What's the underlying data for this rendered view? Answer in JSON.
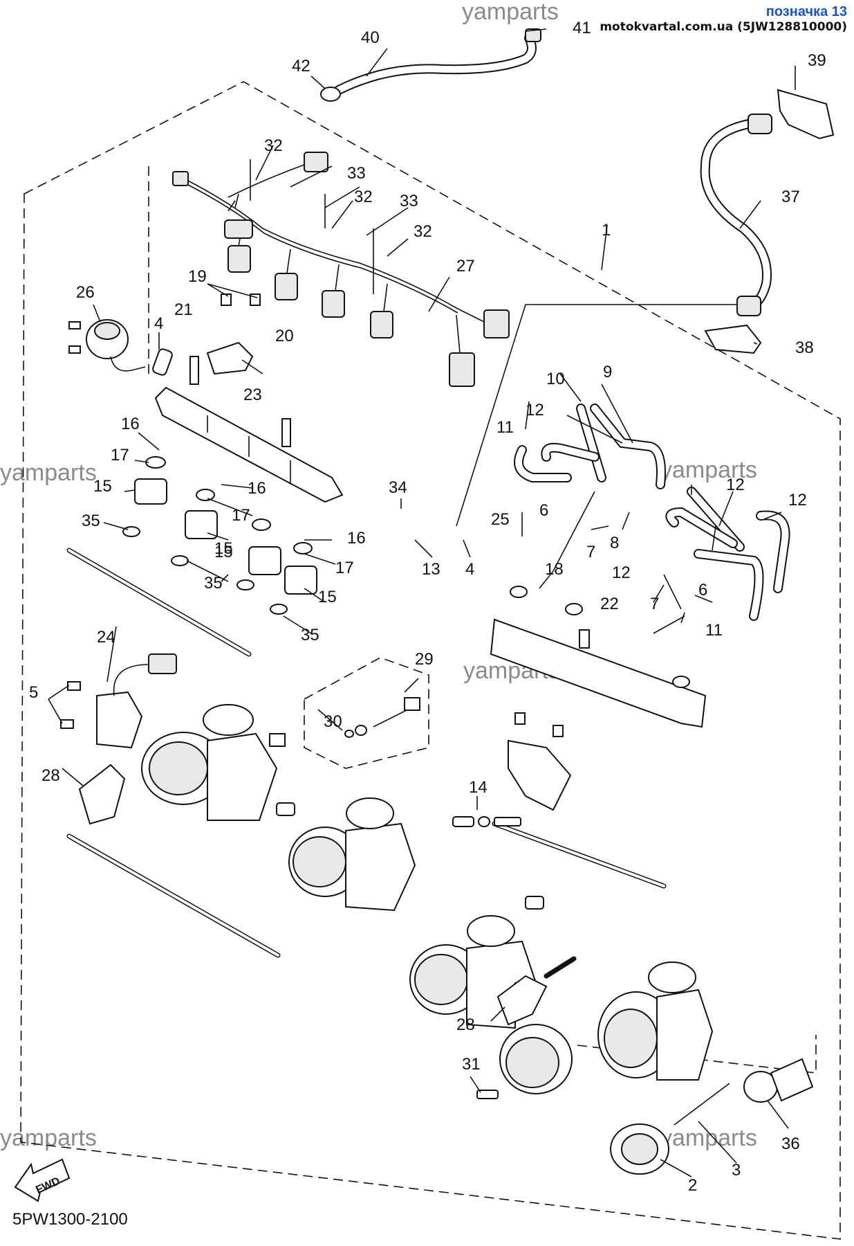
{
  "header": {
    "title": "позначка 13",
    "site_line": "motokvartal.com.ua (5JW128810000)"
  },
  "watermarks": [
    "yamparts",
    "yamparts",
    "yamparts",
    "yamparts",
    "yamparts"
  ],
  "fwd_label": "FWD",
  "doc_code": "5PW1300-2100",
  "part_callouts": [
    "1",
    "2",
    "3",
    "4",
    "4",
    "5",
    "6",
    "6",
    "7",
    "7",
    "8",
    "9",
    "10",
    "11",
    "11",
    "12",
    "12",
    "12",
    "12",
    "13",
    "14",
    "15",
    "15",
    "15",
    "15",
    "16",
    "16",
    "16",
    "17",
    "17",
    "17",
    "18",
    "19",
    "20",
    "21",
    "22",
    "23",
    "24",
    "25",
    "26",
    "27",
    "28",
    "28",
    "29",
    "30",
    "31",
    "32",
    "32",
    "32",
    "33",
    "33",
    "34",
    "35",
    "35",
    "35",
    "36",
    "37",
    "38",
    "39",
    "40",
    "41",
    "42"
  ]
}
